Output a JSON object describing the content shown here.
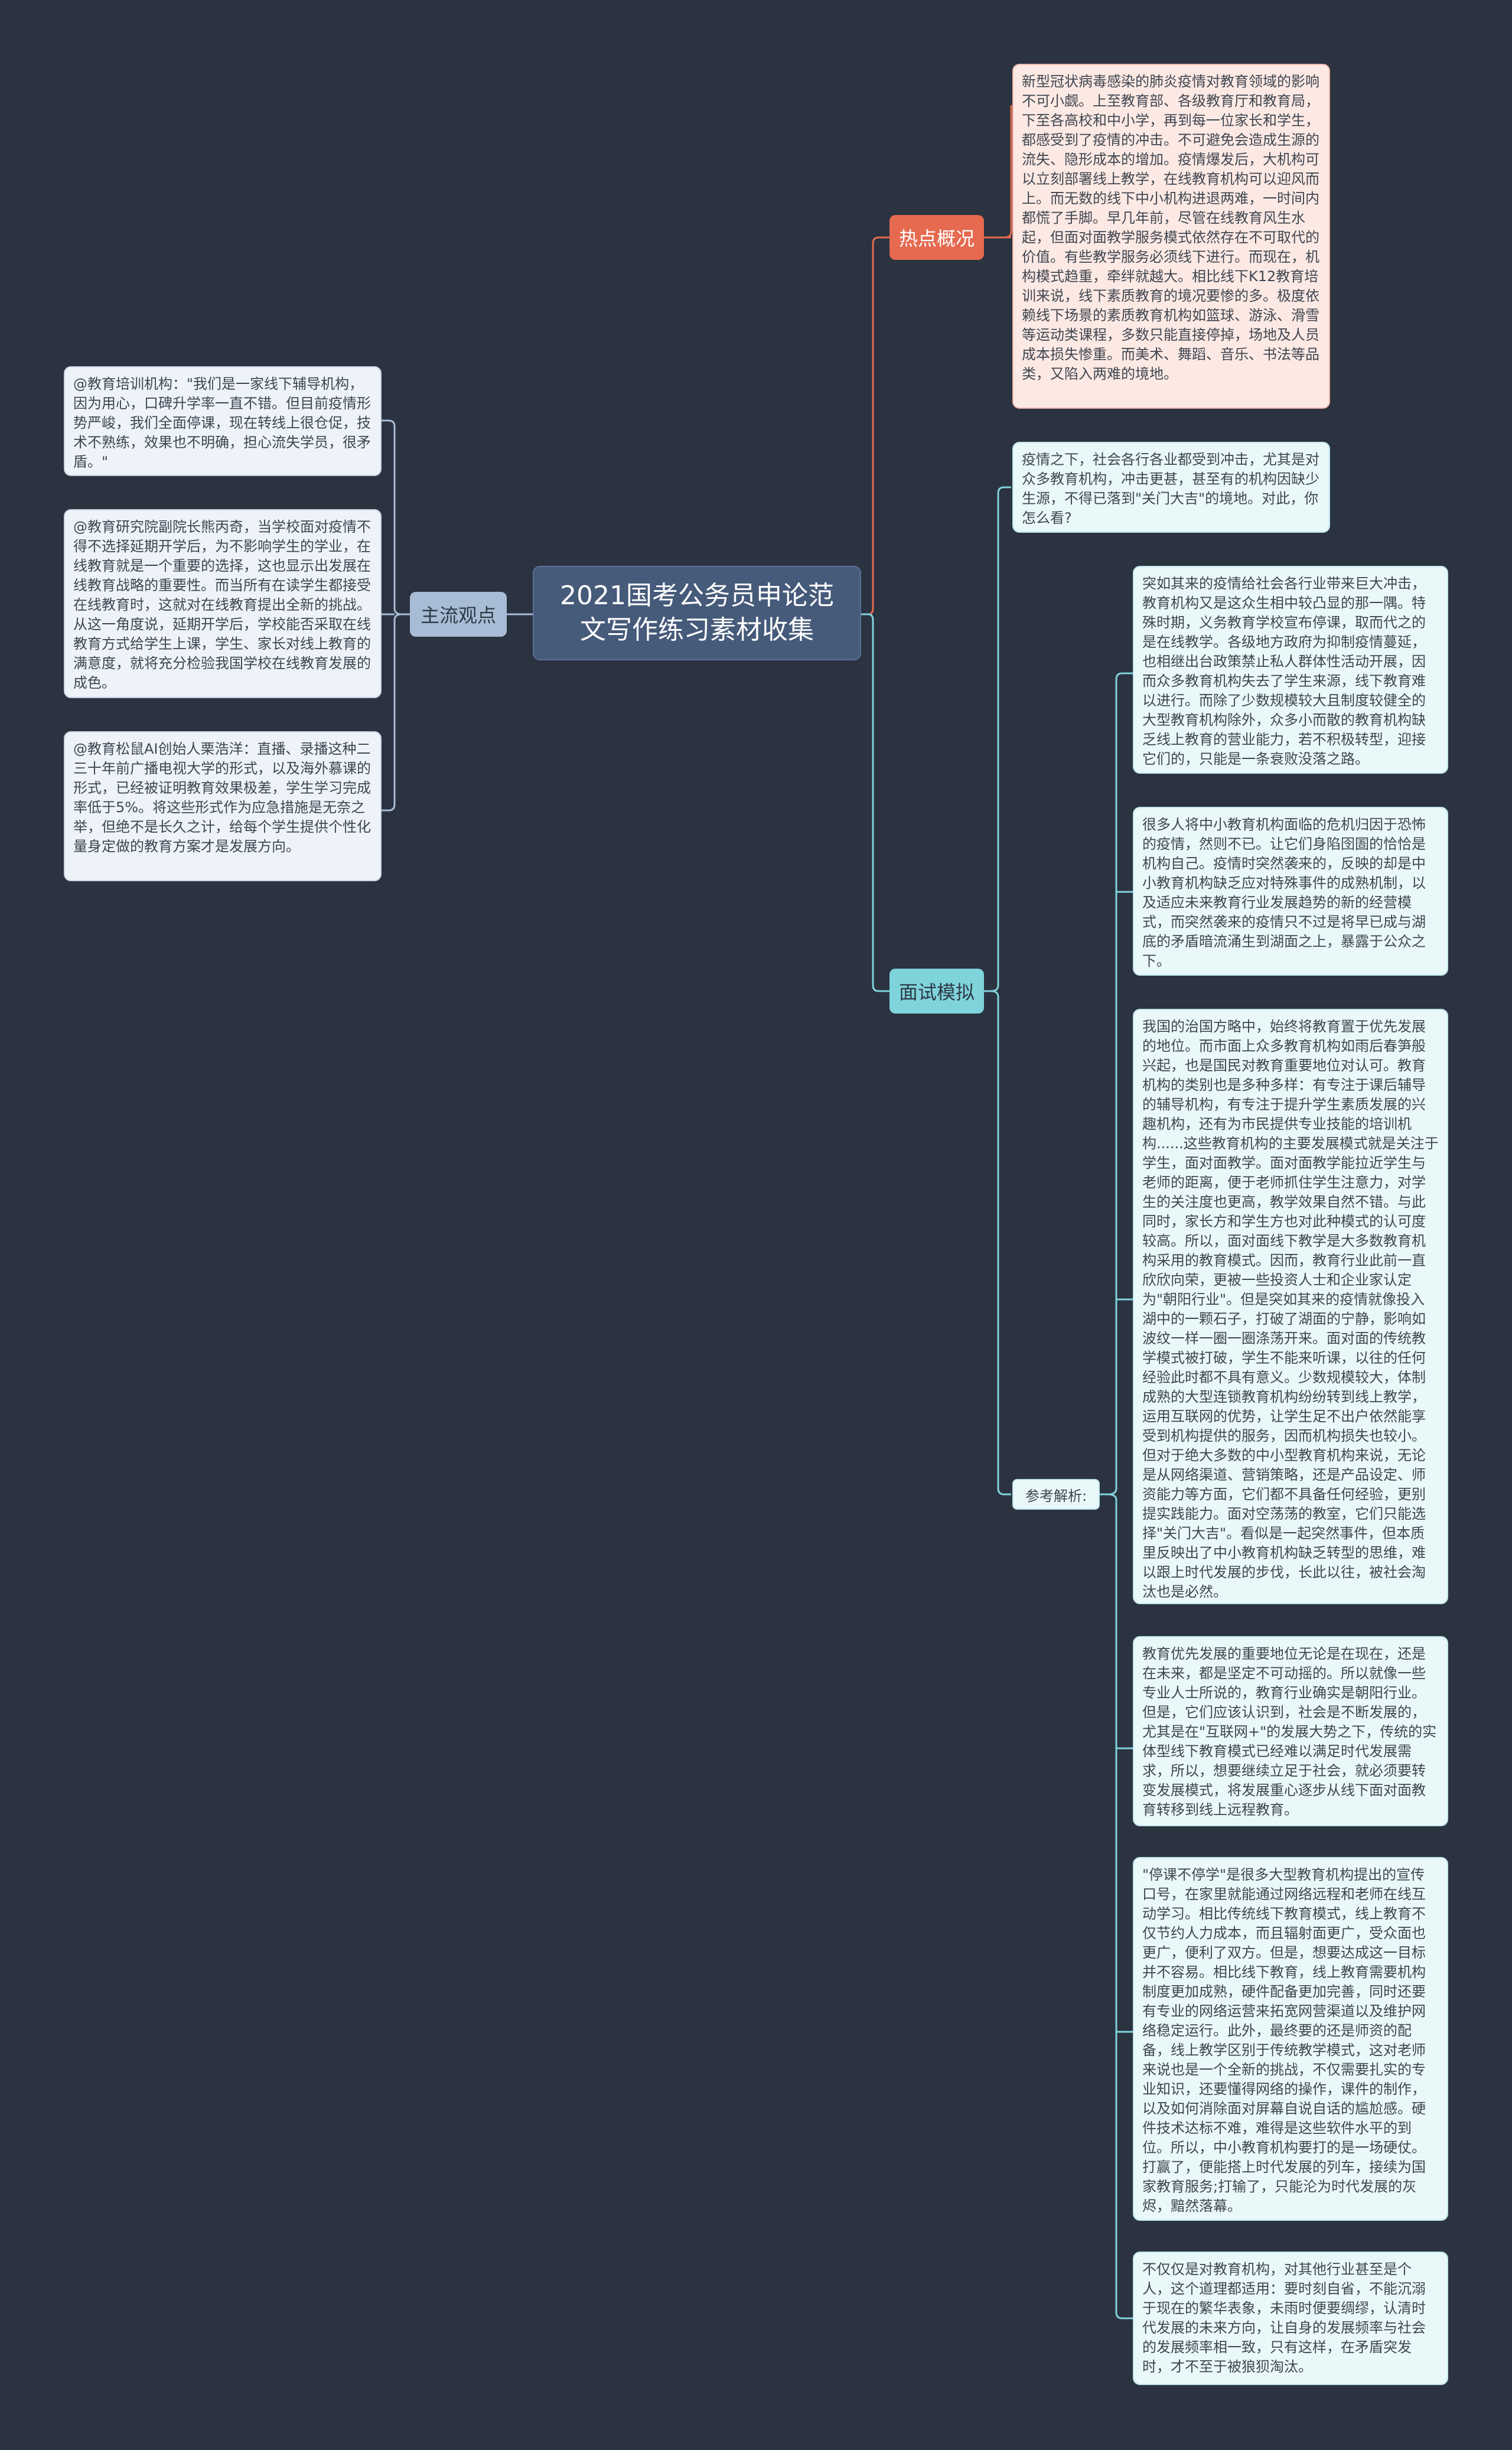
{
  "root": {
    "title": "2021国考公务员申论范文写作练习素材收集"
  },
  "branches": {
    "hot": {
      "label": "热点概况",
      "text": "新型冠状病毒感染的肺炎疫情对教育领域的影响不可小觑。上至教育部、各级教育厅和教育局，下至各高校和中小学，再到每一位家长和学生，都感受到了疫情的冲击。不可避免会造成生源的流失、隐形成本的增加。疫情爆发后，大机构可以立刻部署线上教学，在线教育机构可以迎风而上。而无数的线下中小机构进退两难，一时间内都慌了手脚。早几年前，尽管在线教育风生水起，但面对面教学服务模式依然存在不可取代的价值。有些教学服务必须线下进行。而现在，机构模式趋重，牵绊就越大。相比线下K12教育培训来说，线下素质教育的境况要惨的多。极度依赖线下场景的素质教育机构如篮球、游泳、滑雪等运动类课程，多数只能直接停掉，场地及人员成本损失惨重。而美术、舞蹈、音乐、书法等品类，又陷入两难的境地。"
    },
    "interview": {
      "label": "面试模拟",
      "question": "疫情之下，社会各行各业都受到冲击，尤其是对众多教育机构，冲击更甚，甚至有的机构因缺少生源，不得已落到\"关门大吉\"的境地。对此，你怎么看?",
      "analysis_label": "参考解析:",
      "answers": [
        "突如其来的疫情给社会各行业带来巨大冲击，教育机构又是这众生相中较凸显的那一隅。特殊时期，义务教育学校宣布停课，取而代之的是在线教学。各级地方政府为抑制疫情蔓延，也相继出台政策禁止私人群体性活动开展，因而众多教育机构失去了学生来源，线下教育难以进行。而除了少数规模较大且制度较健全的大型教育机构除外，众多小而散的教育机构缺乏线上教育的营业能力，若不积极转型，迎接它们的，只能是一条衰败没落之路。",
        "很多人将中小教育机构面临的危机归因于恐怖的疫情，然则不已。让它们身陷囹圄的恰恰是机构自己。疫情时突然袭来的，反映的却是中小教育机构缺乏应对特殊事件的成熟机制，以及适应未来教育行业发展趋势的新的经营模式，而突然袭来的疫情只不过是将早已成与湖底的矛盾暗流涌生到湖面之上，暴露于公众之下。",
        "我国的治国方略中，始终将教育置于优先发展的地位。而市面上众多教育机构如雨后春笋般兴起，也是国民对教育重要地位对认可。教育机构的类别也是多种多样：有专注于课后辅导的辅导机构，有专注于提升学生素质发展的兴趣机构，还有为市民提供专业技能的培训机构......这些教育机构的主要发展模式就是关注于学生，面对面教学。面对面教学能拉近学生与老师的距离，便于老师抓住学生注意力，对学生的关注度也更高，教学效果自然不错。与此同时，家长方和学生方也对此种模式的认可度较高。所以，面对面线下教学是大多数教育机构采用的教育模式。因而，教育行业此前一直欣欣向荣，更被一些投资人士和企业家认定为\"朝阳行业\"。但是突如其来的疫情就像投入湖中的一颗石子，打破了湖面的宁静，影响如波纹一样一圈一圈涤荡开来。面对面的传统教学模式被打破，学生不能来听课，以往的任何经验此时都不具有意义。少数规模较大，体制成熟的大型连锁教育机构纷纷转到线上教学，运用互联网的优势，让学生足不出户依然能享受到机构提供的服务，因而机构损失也较小。但对于绝大多数的中小型教育机构来说，无论是从网络渠道、营销策略，还是产品设定、师资能力等方面，它们都不具备任何经验，更别提实践能力。面对空荡荡的教室，它们只能选择\"关门大吉\"。看似是一起突然事件，但本质里反映出了中小教育机构缺乏转型的思维，难以跟上时代发展的步伐，长此以往，被社会淘汰也是必然。",
        "教育优先发展的重要地位无论是在现在，还是在未来，都是坚定不可动摇的。所以就像一些专业人士所说的，教育行业确实是朝阳行业。但是，它们应该认识到，社会是不断发展的，尤其是在\"互联网+\"的发展大势之下，传统的实体型线下教育模式已经难以满足时代发展需求，所以，想要继续立足于社会，就必须要转变发展模式，将发展重心逐步从线下面对面教育转移到线上远程教育。",
        "\"停课不停学\"是很多大型教育机构提出的宣传口号，在家里就能通过网络远程和老师在线互动学习。相比传统线下教育模式，线上教育不仅节约人力成本，而且辐射面更广，受众面也更广，便利了双方。但是，想要达成这一目标并不容易。相比线下教育，线上教育需要机构制度更加成熟，硬件配备更加完善，同时还要有专业的网络运营来拓宽网营渠道以及维护网络稳定运行。此外，最终要的还是师资的配备，线上教学区别于传统教学模式，这对老师来说也是一个全新的挑战，不仅需要扎实的专业知识，还要懂得网络的操作，课件的制作，以及如何消除面对屏幕自说自话的尴尬感。硬件技术达标不难，难得是这些软件水平的到位。所以，中小教育机构要打的是一场硬仗。打赢了，便能搭上时代发展的列车，接续为国家教育服务;打输了，只能沦为时代发展的灰烬，黯然落幕。",
        "不仅仅是对教育机构，对其他行业甚至是个人，这个道理都适用：要时刻自省，不能沉溺于现在的繁华表象，未雨时便要绸缪，认清时代发展的未来方向，让自身的发展频率与社会的发展频率相一致，只有这样，在矛盾突发时，才不至于被狼狈淘汰。"
      ]
    },
    "views": {
      "label": "主流观点",
      "items": [
        "@教育培训机构：\"我们是一家线下辅导机构，因为用心，口碑升学率一直不错。但目前疫情形势严峻，我们全面停课，现在转线上很仓促，技术不熟练，效果也不明确，担心流失学员，很矛盾。\"",
        "@教育研究院副院长熊丙奇，当学校面对疫情不得不选择延期开学后，为不影响学生的学业，在线教育就是一个重要的选择，这也显示出发展在线教育战略的重要性。而当所有在读学生都接受在线教育时，这就对在线教育提出全新的挑战。从这一角度说，延期开学后，学校能否采取在线教育方式给学生上课，学生、家长对线上教育的满意度，就将充分检验我国学校在线教育发展的成色。",
        "@教育松鼠AI创始人栗浩洋：直播、录播这种二三十年前广播电视大学的形式，以及海外慕课的形式，已经被证明教育效果极差，学生学习完成率低于5%。将这些形式作为应急措施是无奈之举，但绝不是长久之计，给每个学生提供个性化量身定做的教育方案才是发展方向。"
      ]
    }
  },
  "colors": {
    "background": "#2b3240",
    "hot": "#e56a50",
    "cyan": "#7fd3db",
    "grey": "#a8bcd6",
    "root": "#465a7a"
  }
}
